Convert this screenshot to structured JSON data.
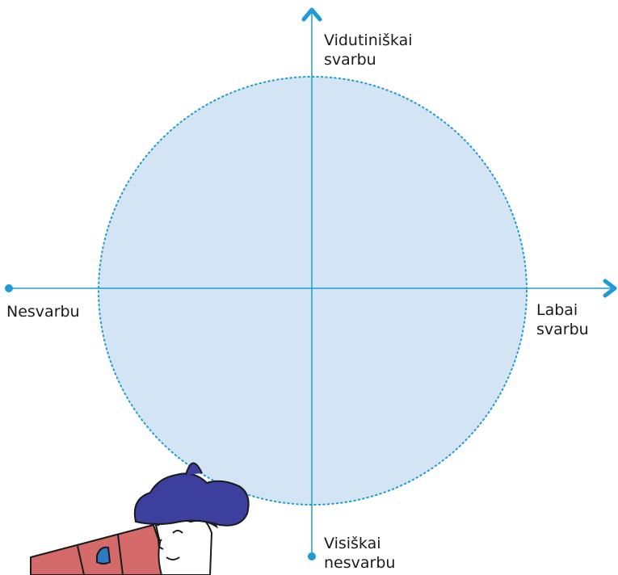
{
  "diagram": {
    "axes": {
      "top_label": [
        "Vidutiniškai",
        "svarbu"
      ],
      "left_label": [
        "Nesvarbu"
      ],
      "right_label": [
        "Labai",
        "svarbu"
      ],
      "bottom_label": [
        "Visiškai",
        "nesvarbu"
      ]
    },
    "colors": {
      "axis": "#1e9bd7",
      "circle_fill": "#d3e4f5",
      "circle_border": "#1e9bd7",
      "hat": "#3c3f9e",
      "hair": "#f2c230",
      "spyglass": "#d46a6a",
      "glove": "#2a7bc0"
    },
    "decoration": "pirate-with-spyglass-illustration"
  }
}
